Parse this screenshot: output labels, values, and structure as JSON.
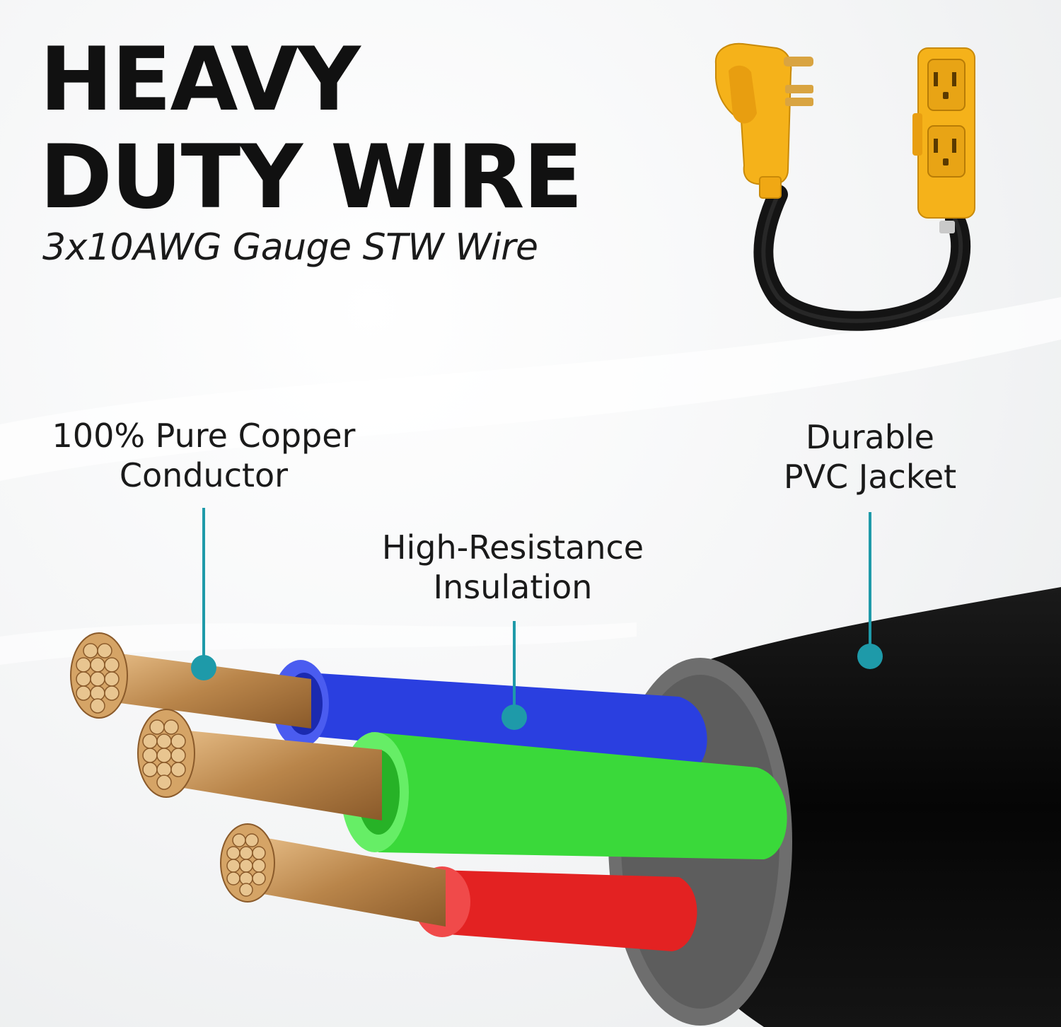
{
  "headline": {
    "line1": "HEAVY",
    "line2": "DUTY WIRE",
    "subtitle": "3x10AWG Gauge STW Wire"
  },
  "callouts": {
    "copper": {
      "line1": "100% Pure Copper",
      "line2": "Conductor"
    },
    "insulation": {
      "line1": "High-Resistance",
      "line2": "Insulation"
    },
    "jacket": {
      "line1": "Durable",
      "line2": "PVC Jacket"
    }
  },
  "colors": {
    "accent": "#1e9aa9",
    "adapter_yellow": "#f5b21a",
    "wire_blue": "#2a3fe0",
    "wire_green": "#3ad93a",
    "wire_red": "#e32222",
    "jacket_black": "#0d0d0d",
    "copper": "#c9975a"
  }
}
